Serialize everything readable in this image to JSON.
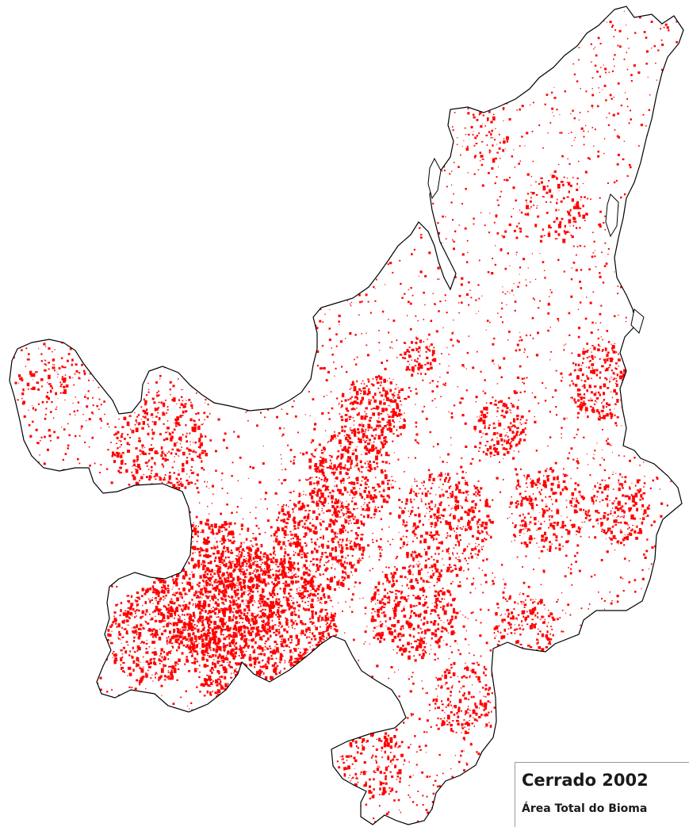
{
  "map": {
    "region_name": "Cerrado",
    "outline_color": "#000000",
    "fill_color": "#ffffff",
    "deforestation_color": "#ff0000"
  },
  "legend": {
    "title": "Cerrado 2002",
    "subtitle": "Área Total do Bioma"
  }
}
